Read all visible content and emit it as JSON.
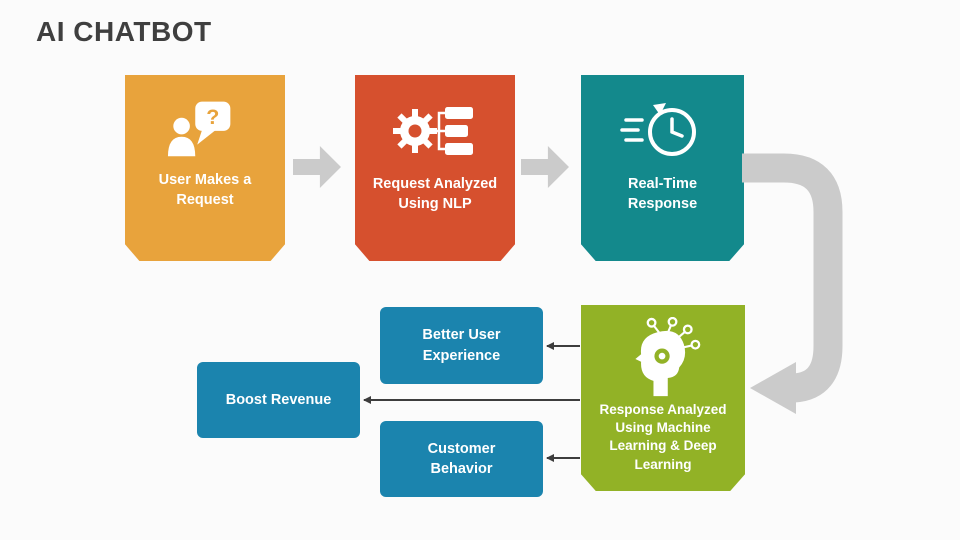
{
  "title": "AI CHATBOT",
  "steps": [
    {
      "label": "User Makes a Request",
      "color": "#E8A33C",
      "icon": "user-question-icon"
    },
    {
      "label": "Request Analyzed Using NLP",
      "color": "#D6502E",
      "icon": "nlp-gear-chat-icon"
    },
    {
      "label": "Real-Time Response",
      "color": "#13898C",
      "icon": "real-time-clock-icon"
    },
    {
      "label": "Response Analyzed Using Machine Learning & Deep Learning",
      "color": "#92B226",
      "icon": "machine-learning-head-icon"
    }
  ],
  "outcomes": [
    {
      "label": "Better User Experience",
      "color": "#1B84AE"
    },
    {
      "label": "Boost Revenue",
      "color": "#1B84AE"
    },
    {
      "label": "Customer Behavior",
      "color": "#1B84AE"
    }
  ],
  "colors": {
    "background": "#FBFBFB",
    "title": "#3F3F3F",
    "flow_arrow": "#CBCBCB",
    "thin_arrow": "#3D3D3D",
    "label_text": "#FFFFFF"
  }
}
